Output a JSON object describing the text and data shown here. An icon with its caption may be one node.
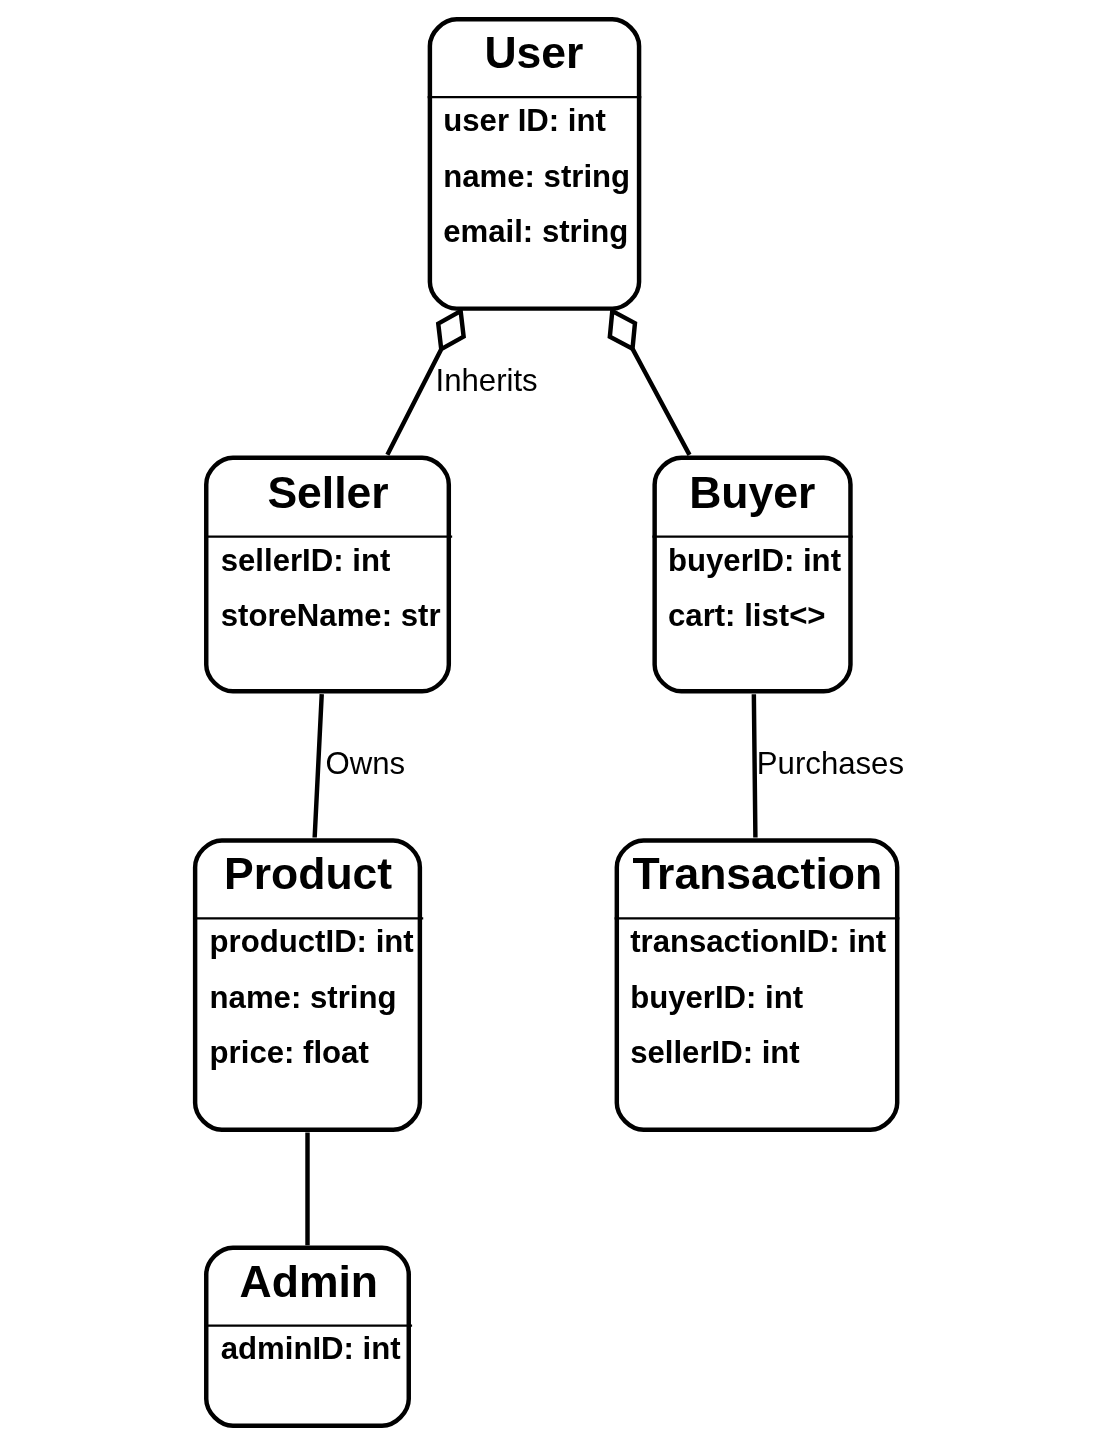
{
  "diagram": {
    "nodes": [
      {
        "text": [
          "User",
          "user ID: int",
          "name: string",
          "email: string"
        ]
      },
      {
        "text": [
          "Seller",
          "sellerID: int",
          "storeName: str"
        ]
      },
      {
        "text": [
          "Buyer",
          "buyerID: int",
          "cart: list<>"
        ]
      },
      {
        "text": [
          "Product",
          "productID: int",
          "name: string",
          "price: float"
        ]
      },
      {
        "text": [
          "Transaction",
          "transactionID: int",
          "buyerID: int",
          "sellerID: int"
        ]
      },
      {
        "text": [
          "Admin",
          "adminID: int"
        ]
      }
    ],
    "edges": [
      {
        "from": 0,
        "to": 1,
        "arrow": "other",
        "label": "Inherits"
      },
      {
        "from": 0,
        "to": 2,
        "arrow": "other"
      },
      {
        "from": 1,
        "to": 3,
        "arrow": "none",
        "label": "Owns"
      },
      {
        "from": 2,
        "to": 4,
        "arrow": "none",
        "label": "Purchases"
      },
      {
        "from": 3,
        "to": 5,
        "arrow": "none"
      }
    ]
  }
}
